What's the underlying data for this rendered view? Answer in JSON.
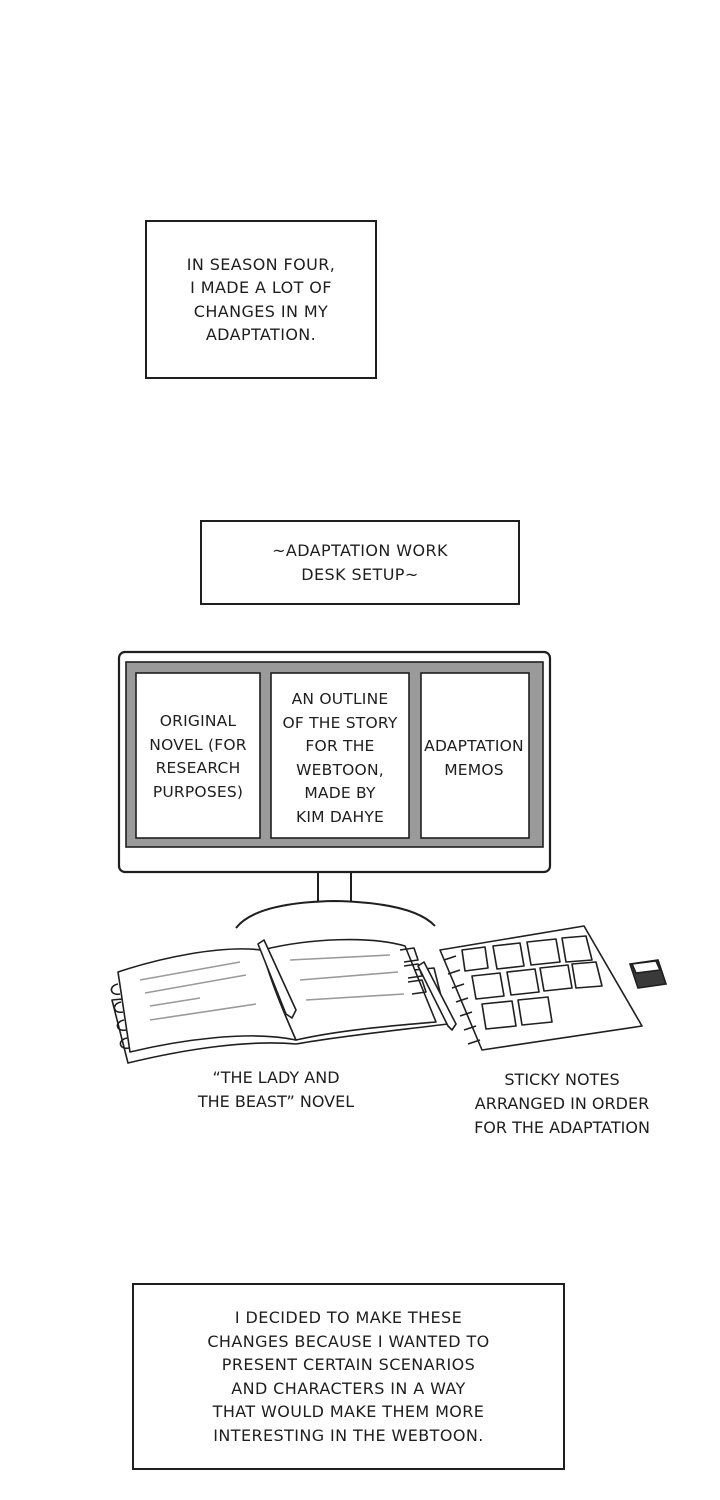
{
  "panel1": {
    "lines": [
      "IN SEASON FOUR,",
      "I MADE A LOT OF",
      "CHANGES IN MY",
      "ADAPTATION."
    ]
  },
  "panel2": {
    "lines": [
      "~ADAPTATION WORK",
      "DESK SETUP~"
    ]
  },
  "monitor": {
    "panes": [
      {
        "lines": [
          "ORIGINAL",
          "NOVEL (FOR",
          "RESEARCH",
          "PURPOSES)"
        ]
      },
      {
        "lines": [
          "AN OUTLINE",
          "OF THE STORY",
          "FOR THE",
          "WEBTOON,",
          "MADE BY",
          "KIM DAHYE"
        ]
      },
      {
        "lines": [
          "ADAPTATION",
          "MEMOS"
        ]
      }
    ]
  },
  "labels": {
    "novel": [
      "“THE LADY AND",
      "THE BEAST” NOVEL"
    ],
    "sticky": [
      "STICKY NOTES",
      "ARRANGED IN ORDER",
      "FOR THE ADAPTATION"
    ]
  },
  "panel3": {
    "lines": [
      "I DECIDED TO MAKE THESE",
      "CHANGES BECAUSE I WANTED TO",
      "PRESENT CERTAIN SCENARIOS",
      "AND CHARACTERS IN A WAY",
      "THAT WOULD MAKE THEM MORE",
      "INTERESTING IN THE WEBTOON."
    ]
  }
}
